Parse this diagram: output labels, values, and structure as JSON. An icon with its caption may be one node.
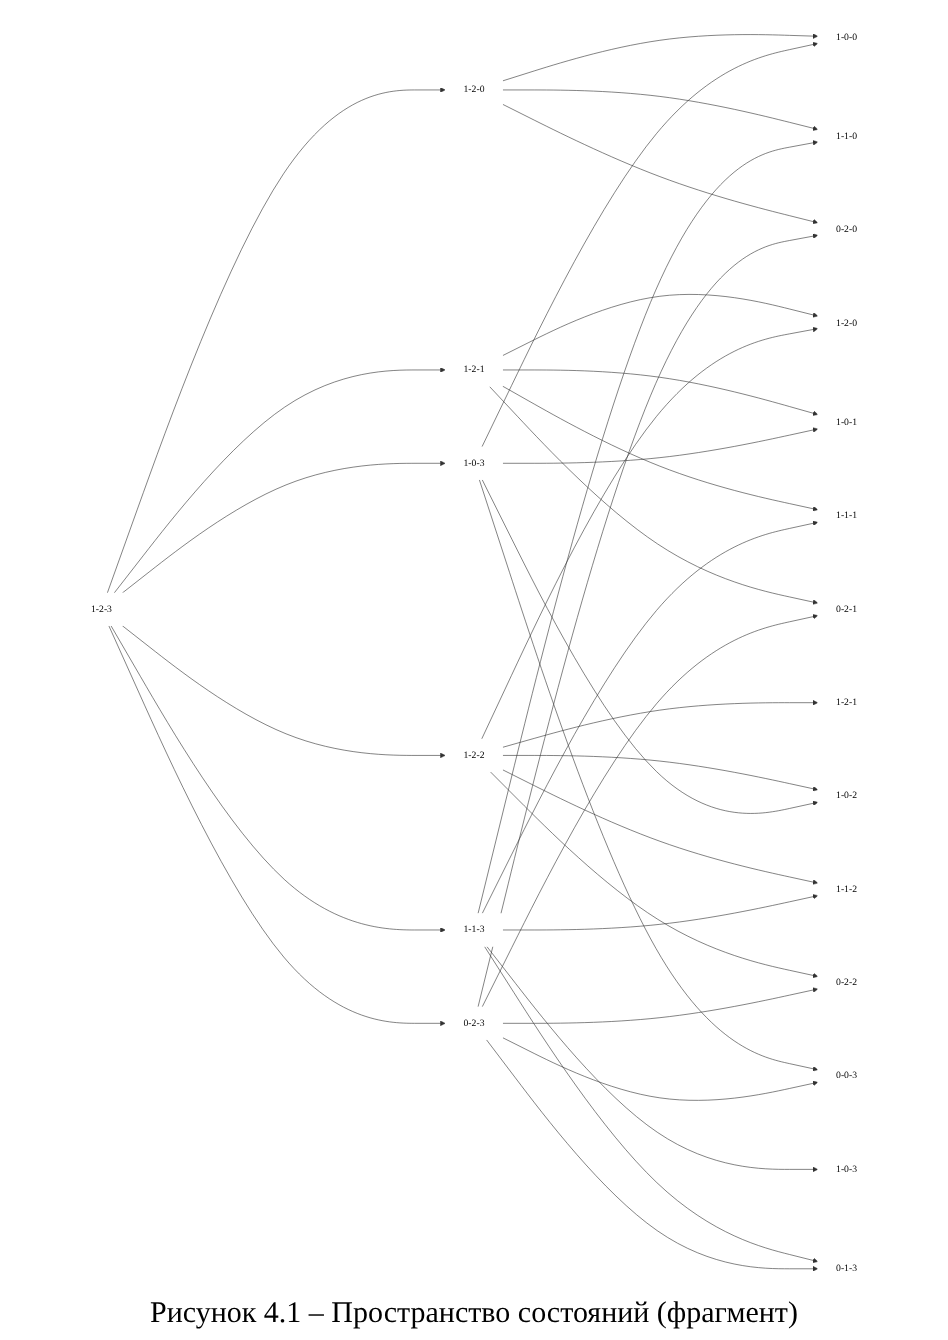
{
  "diagram": {
    "caption": "Рисунок 4.1 – Пространство состояний (фрагмент)",
    "nodes": [
      {
        "text": [
          "1-2-3"
        ]
      },
      {
        "text": [
          "1-2-0"
        ]
      },
      {
        "text": [
          "1-2-1"
        ]
      },
      {
        "text": [
          "1-2-2"
        ]
      },
      {
        "text": [
          "1-0-3"
        ]
      },
      {
        "text": [
          "1-1-3"
        ]
      },
      {
        "text": [
          "0-2-3"
        ]
      },
      {
        "text": [
          "1-2-0"
        ]
      },
      {
        "text": [
          "1-2-1"
        ]
      },
      {
        "text": [
          "1-0-0"
        ]
      },
      {
        "text": [
          "1-0-1"
        ]
      },
      {
        "text": [
          "1-0-2"
        ]
      },
      {
        "text": [
          "1-1-0"
        ]
      },
      {
        "text": [
          "1-1-1"
        ]
      },
      {
        "text": [
          "1-1-2"
        ]
      },
      {
        "text": [
          "1-0-3"
        ]
      },
      {
        "text": [
          "0-2-0"
        ]
      },
      {
        "text": [
          "0-2-1"
        ]
      },
      {
        "text": [
          "0-2-2"
        ]
      },
      {
        "text": [
          "0-0-3"
        ]
      },
      {
        "text": [
          "0-1-3"
        ]
      }
    ],
    "edges": [
      {
        "from": 0,
        "to": 1,
        "arrow": "to"
      },
      {
        "from": 0,
        "to": 2,
        "arrow": "to"
      },
      {
        "from": 0,
        "to": 3,
        "arrow": "to"
      },
      {
        "from": 0,
        "to": 4,
        "arrow": "to"
      },
      {
        "from": 0,
        "to": 5,
        "arrow": "to"
      },
      {
        "from": 0,
        "to": 6,
        "arrow": "to"
      },
      {
        "from": 1,
        "to": 9,
        "arrow": "to"
      },
      {
        "from": 1,
        "to": 12,
        "arrow": "to"
      },
      {
        "from": 1,
        "to": 16,
        "arrow": "to"
      },
      {
        "from": 2,
        "to": 7,
        "arrow": "to"
      },
      {
        "from": 2,
        "to": 10,
        "arrow": "to"
      },
      {
        "from": 2,
        "to": 13,
        "arrow": "to"
      },
      {
        "from": 2,
        "to": 17,
        "arrow": "to"
      },
      {
        "from": 3,
        "to": 7,
        "arrow": "to"
      },
      {
        "from": 3,
        "to": 8,
        "arrow": "to"
      },
      {
        "from": 3,
        "to": 11,
        "arrow": "to"
      },
      {
        "from": 3,
        "to": 14,
        "arrow": "to"
      },
      {
        "from": 3,
        "to": 18,
        "arrow": "to"
      },
      {
        "from": 4,
        "to": 9,
        "arrow": "to"
      },
      {
        "from": 4,
        "to": 10,
        "arrow": "to"
      },
      {
        "from": 4,
        "to": 11,
        "arrow": "to"
      },
      {
        "from": 4,
        "to": 19,
        "arrow": "to"
      },
      {
        "from": 5,
        "to": 15,
        "arrow": "to"
      },
      {
        "from": 5,
        "to": 12,
        "arrow": "to"
      },
      {
        "from": 5,
        "to": 13,
        "arrow": "to"
      },
      {
        "from": 5,
        "to": 14,
        "arrow": "to"
      },
      {
        "from": 5,
        "to": 20,
        "arrow": "to"
      },
      {
        "from": 6,
        "to": 16,
        "arrow": "to"
      },
      {
        "from": 6,
        "to": 17,
        "arrow": "to"
      },
      {
        "from": 6,
        "to": 18,
        "arrow": "to"
      },
      {
        "from": 6,
        "to": 19,
        "arrow": "to"
      },
      {
        "from": 6,
        "to": 20,
        "arrow": "to"
      }
    ]
  }
}
